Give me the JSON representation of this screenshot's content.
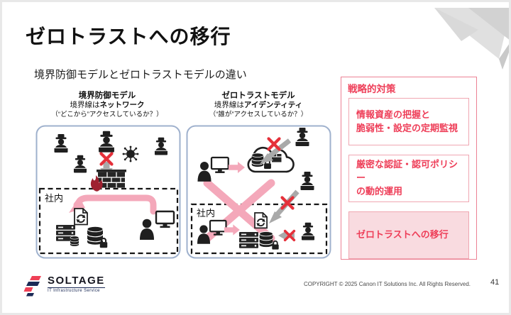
{
  "slide": {
    "title": "ゼロトラストへの移行",
    "subtitle": "境界防御モデルとゼロトラストモデルの違い",
    "page_number": "41",
    "copyright": "COPYRIGHT © 2025 Canon IT Solutions Inc. All Rights Reserved."
  },
  "logo": {
    "name": "SOLTAGE",
    "tagline": "IT Infrastructure Service"
  },
  "comparison": {
    "left": {
      "title": "境界防御モデル",
      "boundary_prefix": "境界線は",
      "boundary_bold": "ネットワーク",
      "question": "（“どこから”アクセスしているか？）",
      "zone_label": "社内"
    },
    "right": {
      "title": "ゼロトラストモデル",
      "boundary_prefix": "境界線は",
      "boundary_bold": "アイデンティティ",
      "question": "（“誰が”アクセスしているか？）",
      "zone_label": "社内"
    }
  },
  "panel": {
    "header": "戦略的対策",
    "items": [
      {
        "line1": "情報資産の把握と",
        "line2": "脆弱性・設定の定期監視"
      },
      {
        "line1": "厳密な認証・認可ポリシー",
        "line2": "の動的運用"
      },
      {
        "line1": "ゼロトラストへの移行",
        "line2": ""
      }
    ]
  },
  "colors": {
    "accent_red": "#ee3e58",
    "x_red": "#e5303a",
    "pink_arrow": "#f4a8ba",
    "gray_arrow": "#a9a9a9",
    "diagram_border": "#9fb1cd",
    "highlight_bg": "#f9dbe0",
    "flame_red": "#9e2130"
  }
}
